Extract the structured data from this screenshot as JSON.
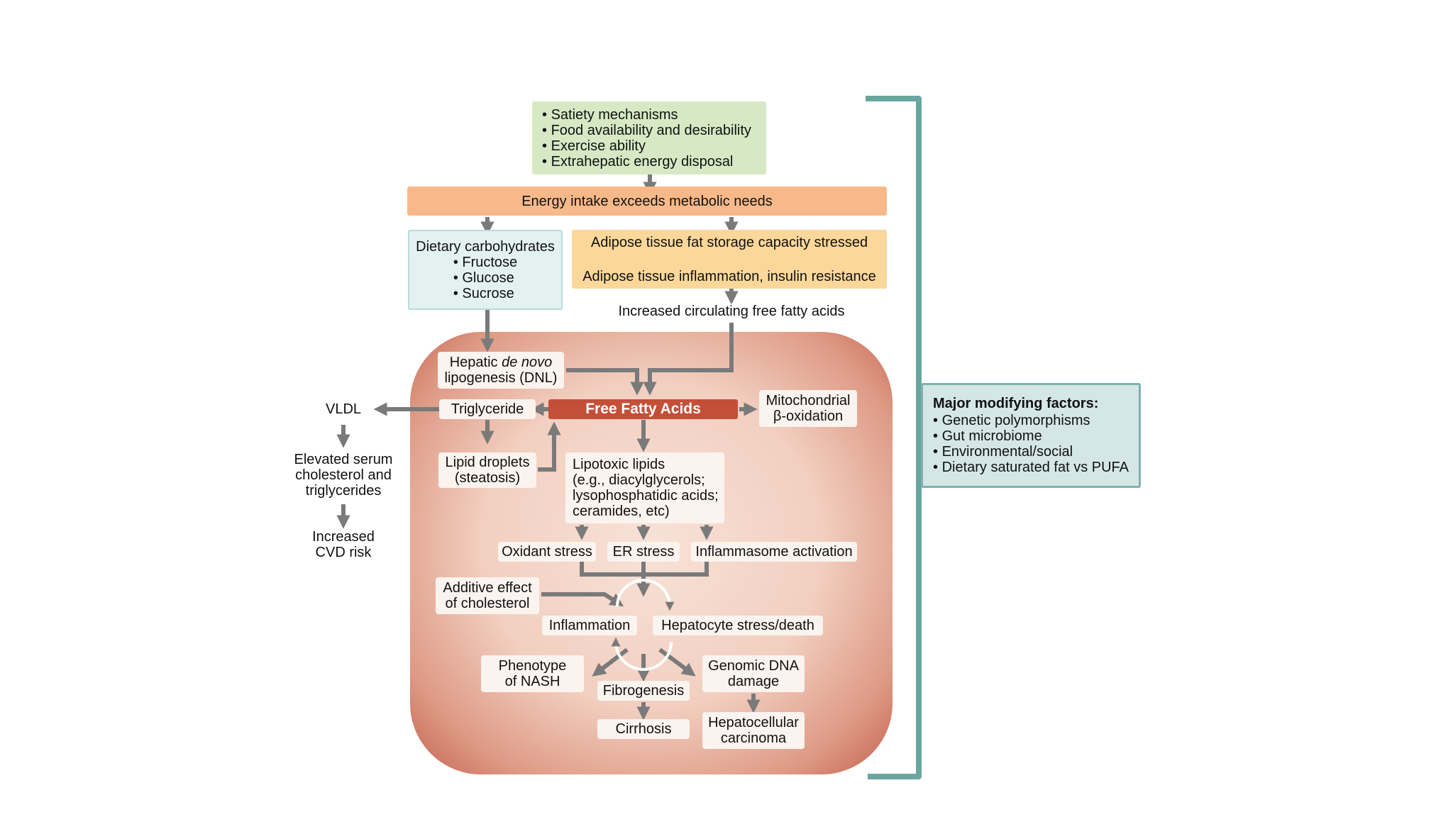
{
  "top_factors": {
    "items": [
      "Satiety mechanisms",
      "Food availability and desirability",
      "Exercise ability",
      "Extrahepatic energy disposal"
    ]
  },
  "energy": "Energy intake exceeds metabolic needs",
  "carbs": {
    "title": "Dietary carbohydrates",
    "items": [
      "Fructose",
      "Glucose",
      "Sucrose"
    ]
  },
  "adipose": {
    "line1": "Adipose tissue fat storage capacity stressed",
    "line2": "Adipose tissue inflammation, insulin resistance"
  },
  "circulating": "Increased circulating free fatty acids",
  "dnl": {
    "pre": "Hepatic ",
    "italic": "de novo",
    "post": "lipogenesis (DNL)"
  },
  "ffa": "Free Fatty Acids",
  "mito": {
    "line1": "Mitochondrial",
    "line2": "β-oxidation"
  },
  "triglyceride": "Triglyceride",
  "vldl": "VLDL",
  "elevated": {
    "line1": "Elevated serum",
    "line2": "cholesterol and",
    "line3": "triglycerides"
  },
  "cvd": {
    "line1": "Increased",
    "line2": "CVD risk"
  },
  "droplets": {
    "line1": "Lipid droplets",
    "line2": "(steatosis)"
  },
  "lipotoxic": {
    "line1": "Lipotoxic lipids",
    "line2": "(e.g., diacylglycerols;",
    "line3": "lysophosphatidic acids;",
    "line4": "ceramides, etc)"
  },
  "oxidant": "Oxidant stress",
  "er": "ER stress",
  "inflammasome": "Inflammasome activation",
  "cholesterol": {
    "line1": "Additive effect",
    "line2": "of cholesterol"
  },
  "inflammation": "Inflammation",
  "hepatocyte": "Hepatocyte stress/death",
  "nash": {
    "line1": "Phenotype",
    "line2": "of NASH"
  },
  "fibrogenesis": "Fibrogenesis",
  "genomic": {
    "line1": "Genomic DNA",
    "line2": "damage"
  },
  "cirrhosis": "Cirrhosis",
  "hcc": {
    "line1": "Hepatocellular",
    "line2": "carcinoma"
  },
  "modifying": {
    "title": "Major modifying factors:",
    "items": [
      "Genetic polymorphisms",
      "Gut microbiome",
      "Environmental/social",
      "Dietary saturated fat vs PUFA"
    ]
  },
  "colors": {
    "green_box": "#d6e9c4",
    "orange_bar": "#f8b98a",
    "blue_box": "#e3f1f1",
    "yellow_box": "#fbd79a",
    "liver_outer": "#c3604e",
    "liver_inner": "#f6ddd3",
    "ffa_bar": "#c44f39",
    "bracket": "#6aa6a0",
    "arrow": "#7a7a7a",
    "modifying_box": "#d5e6e6"
  }
}
